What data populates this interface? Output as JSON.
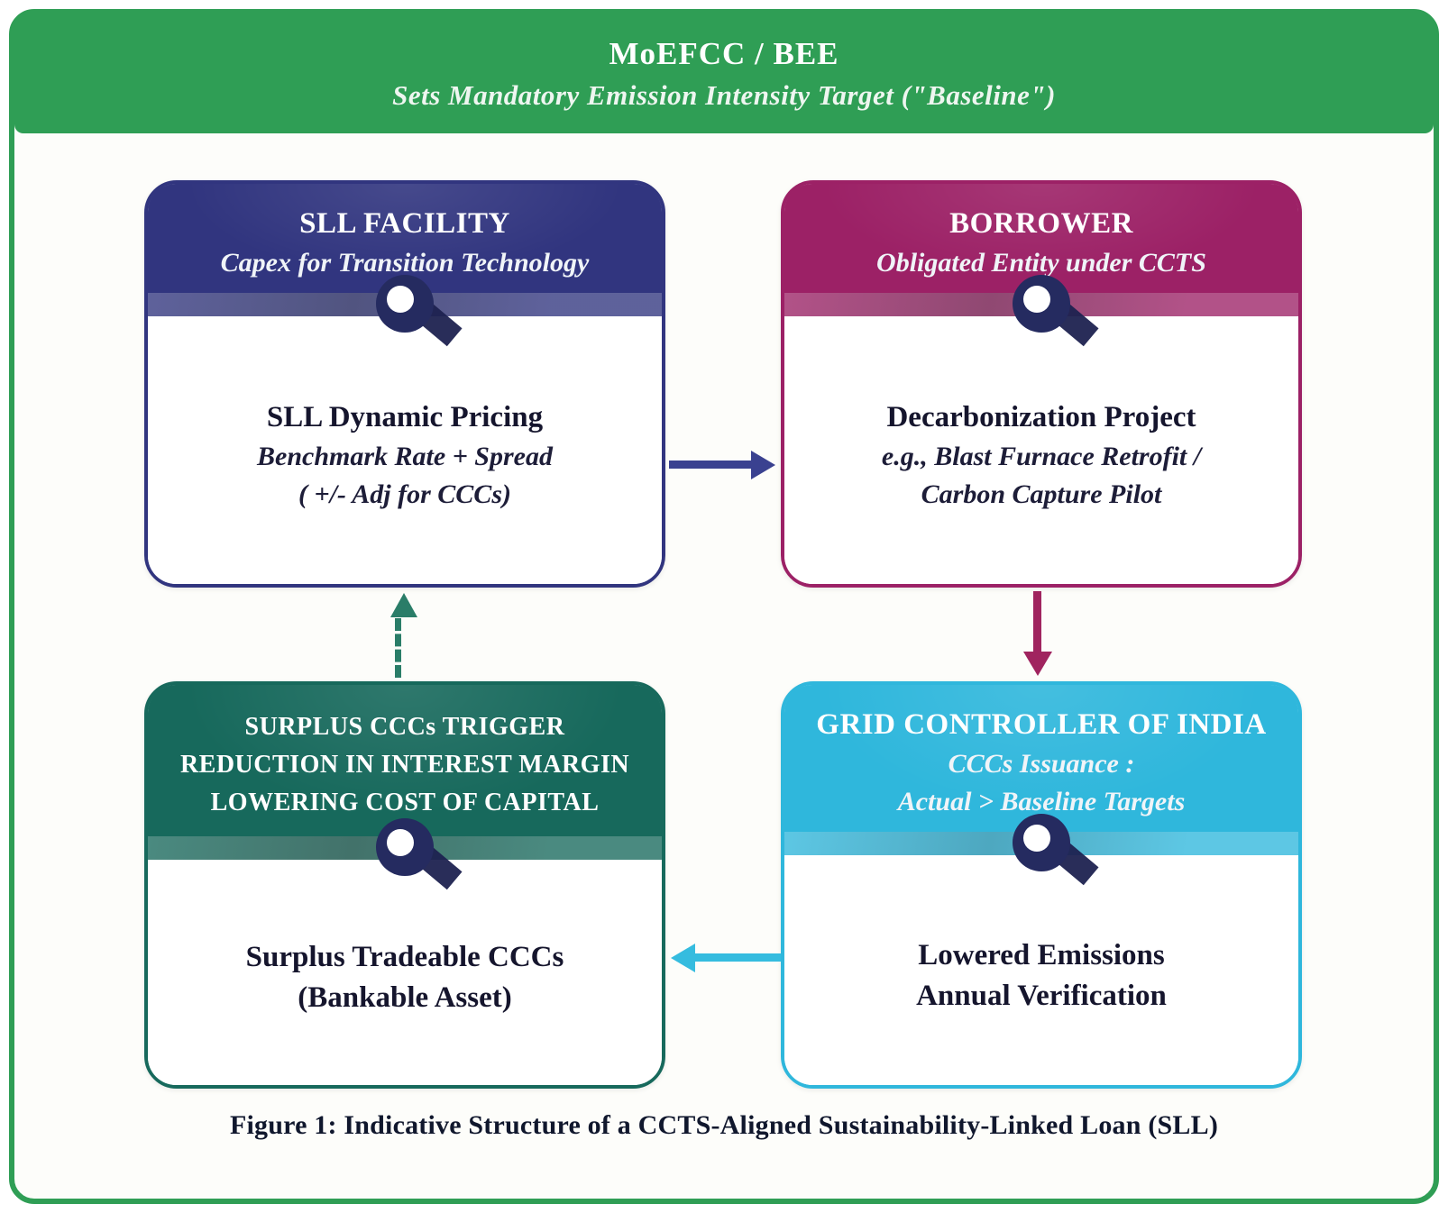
{
  "banner": {
    "title": "MoEFCC / BEE",
    "subtitle": "Sets Mandatory Emission Intensity Target (\"Baseline\")"
  },
  "cards": {
    "sll_facility": {
      "header": {
        "line1": "SLL FACILITY",
        "line2": "Capex for Transition Technology"
      },
      "body": {
        "line1": "SLL Dynamic Pricing",
        "line2": "Benchmark Rate + Spread",
        "line3": "( +/- Adj for CCCs)"
      }
    },
    "borrower": {
      "header": {
        "line1": "BORROWER",
        "line2": "Obligated Entity under CCTS"
      },
      "body": {
        "line1": "Decarbonization Project",
        "line2": "e.g., Blast Furnace Retrofit /",
        "line3": "Carbon Capture Pilot"
      }
    },
    "surplus_cccs": {
      "header": {
        "line1": "SURPLUS CCCs TRIGGER",
        "line2": "REDUCTION IN INTEREST MARGIN",
        "line3": "LOWERING COST OF CAPITAL"
      },
      "body": {
        "line1": "Surplus Tradeable CCCs",
        "line2": "(Bankable Asset)"
      }
    },
    "grid_controller": {
      "header": {
        "line1": "GRID CONTROLLER OF INDIA",
        "line2": "CCCs Issuance :",
        "line3": "Actual > Baseline Targets"
      },
      "body": {
        "line1": "Lowered Emissions",
        "line2": "Annual Verification"
      }
    }
  },
  "caption": "Figure 1: Indicative Structure of a CCTS-Aligned Sustainability-Linked Loan (SLL)",
  "colors": {
    "banner_green": "#2f9e55",
    "navy": "#31357f",
    "magenta": "#9c2166",
    "teal": "#17695c",
    "cyan": "#2fb7dc",
    "pin_dark": "#252b60"
  }
}
